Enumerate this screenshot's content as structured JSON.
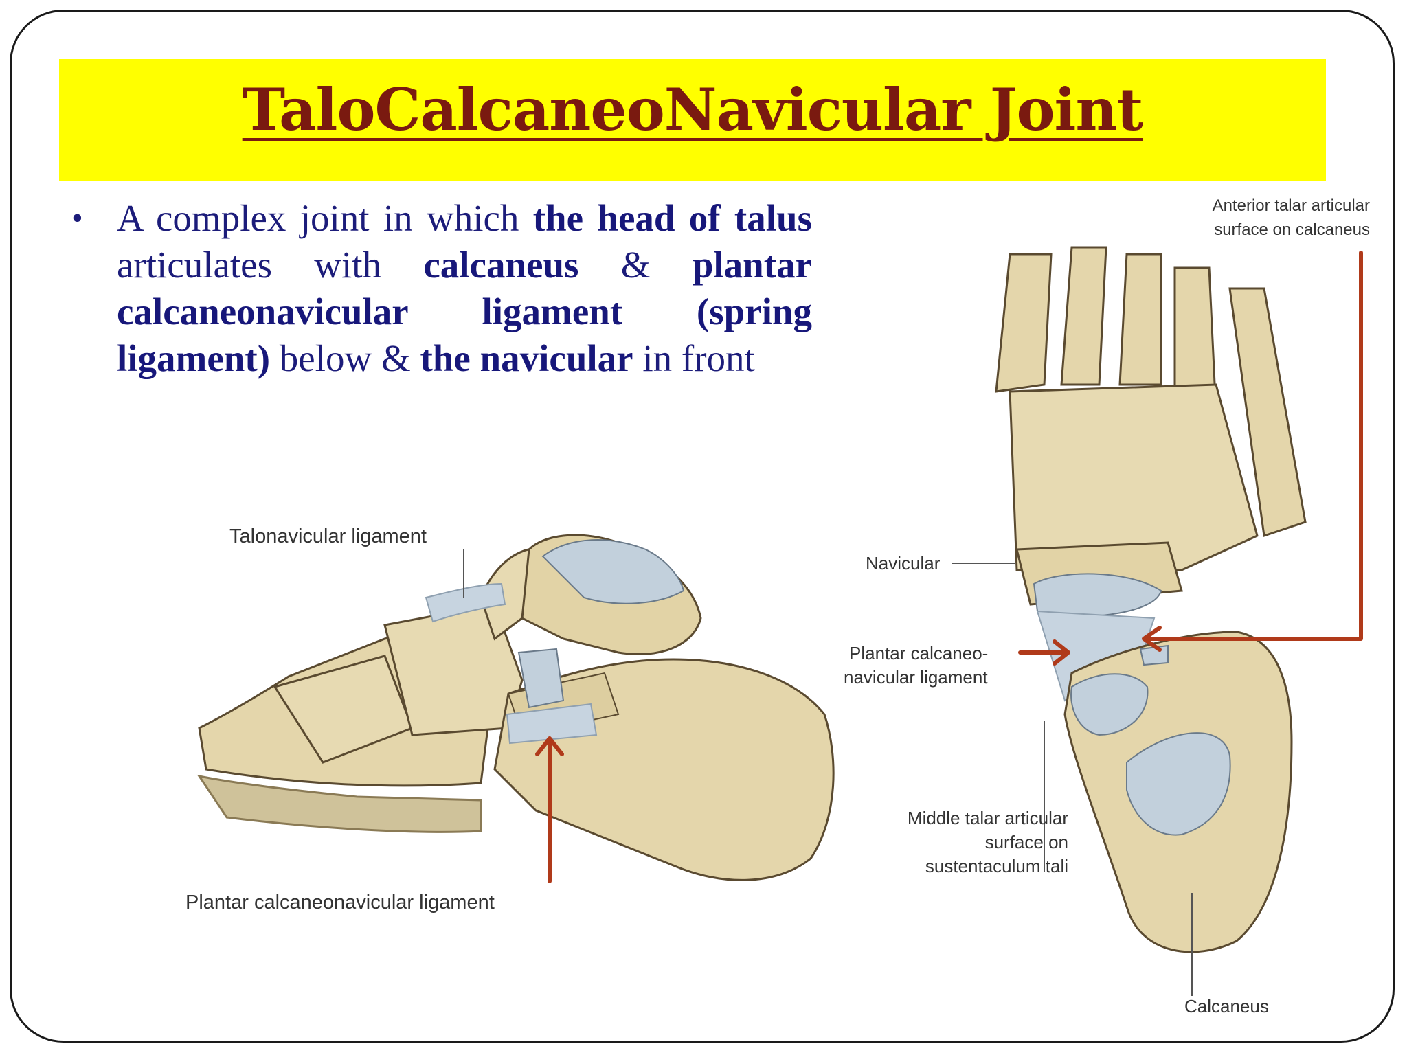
{
  "title": "TaloCalcaneoNavicular Joint",
  "bullet": {
    "t1": "A complex joint in which ",
    "b1": "the head of talus",
    "t2": " articulates with ",
    "b2": "calcaneus",
    "t3": " & ",
    "b3": "plantar calcaneonavicular ligament (spring ligament)",
    "t4": " below & ",
    "b4": "the navicular",
    "t5": " in front"
  },
  "figure_left": {
    "label_top": "Talonavicular ligament",
    "label_bottom": "Plantar calcaneonavicular ligament"
  },
  "figure_right": {
    "label_anterior_1": "Anterior talar articular",
    "label_anterior_2": "surface on calcaneus",
    "label_navicular": "Navicular",
    "label_plantar_1": "Plantar calcaneo-",
    "label_plantar_2": "navicular ligament",
    "label_middle_1": "Middle talar articular",
    "label_middle_2": "surface on",
    "label_middle_3": "sustentaculum tali",
    "label_calcaneus": "Calcaneus"
  },
  "colors": {
    "banner": "#ffff00",
    "title": "#7a1a10",
    "text": "#1c1c7a",
    "arrow": "#b03a1a",
    "bone": "#e4d6ab",
    "cartilage": "#c2d0dc"
  }
}
